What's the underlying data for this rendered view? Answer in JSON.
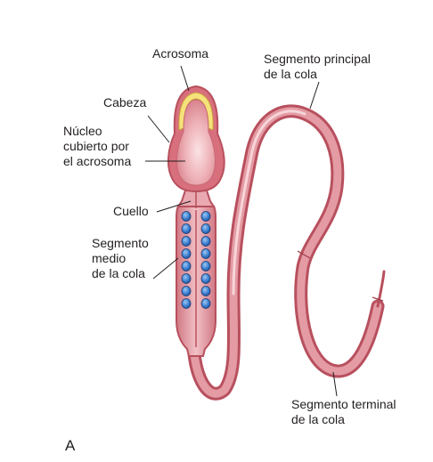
{
  "figure": {
    "panel_letter": "A",
    "colors": {
      "membrane": "#c85f6b",
      "membrane_light": "#e9a7ae",
      "head_fill": "#f2c3c8",
      "acrosome": "#f6e27a",
      "mitochondria": "#2f6fbf",
      "leader_line": "#231f20"
    },
    "labels": {
      "acrosome": {
        "lines": [
          "Acrosoma"
        ]
      },
      "head": {
        "lines": [
          "Cabeza"
        ]
      },
      "nucleus": {
        "lines": [
          "Núcleo",
          "cubierto por",
          "el acrosoma"
        ]
      },
      "neck": {
        "lines": [
          "Cuello"
        ]
      },
      "middle_piece": {
        "lines": [
          "Segmento",
          "medio",
          "de la cola"
        ]
      },
      "principal_piece": {
        "lines": [
          "Segmento principal",
          "de la cola"
        ]
      },
      "end_piece": {
        "lines": [
          "Segmento terminal",
          "de la cola"
        ]
      }
    }
  }
}
